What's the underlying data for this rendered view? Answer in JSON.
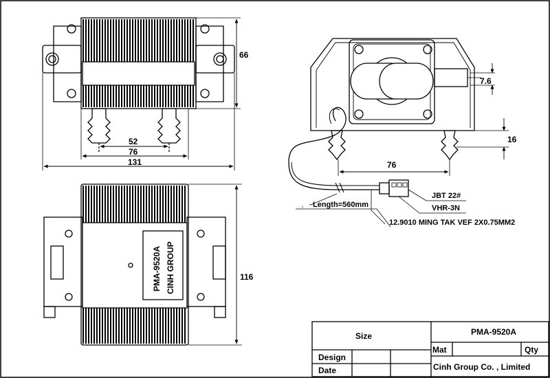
{
  "front_view": {
    "dim_height": "66",
    "dim_inner": "52",
    "dim_mid": "76",
    "dim_overall": "131"
  },
  "side_view": {
    "dim_width": "76",
    "dim_outlet": "7.6",
    "dim_foot": "16",
    "wire_length": "Length=560mm",
    "connector_1": "JBT 22#",
    "connector_2": "VHR-3N",
    "cable_spec": "12.9010 MING TAK VEF 2X0.75MM2"
  },
  "top_view": {
    "dim_depth": "116",
    "label_model": "PMA-9520A",
    "label_company": "CINH GROUP"
  },
  "title_block": {
    "size_label": "Size",
    "part_number": "PMA-9520A",
    "mat_label": "Mat",
    "qty_label": "Qty",
    "design_label": "Design",
    "date_label": "Date",
    "company": "Cinh Group Co. , Limited"
  },
  "colors": {
    "line": "#000000",
    "background": "#ffffff"
  }
}
